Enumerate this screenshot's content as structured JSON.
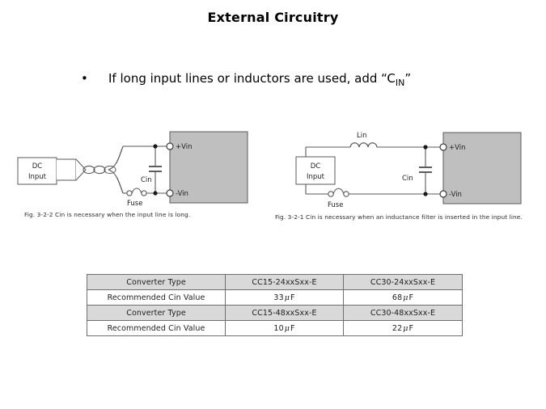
{
  "slide": {
    "title": "External Circuitry",
    "background_color": "#ffffff"
  },
  "bullet": {
    "marker": "•",
    "text_before": "If long input lines or inductors are used, add “C",
    "subscript": "IN",
    "text_after": "”",
    "full_text": "If long input lines or inductors are used, add “CIN”"
  },
  "figures": [
    {
      "id": "fig-3-2-2",
      "caption": "Fig. 3-2-2    Cin is necessary when the input line is long.",
      "source_label_line1": "DC",
      "source_label_line2": "Input",
      "cap_label": "Cin",
      "fuse_label": "Fuse",
      "terminal_positive": "+Vin",
      "terminal_negative": "-Vin",
      "module_fill": "#bfbfbf",
      "line_color": "#5a5a5a",
      "has_twisted_pair": true,
      "has_inductor": false
    },
    {
      "id": "fig-3-2-1",
      "caption": "Fig. 3-2-1    Cin is necessary when an inductance filter is inserted in the input line.",
      "source_label_line1": "DC",
      "source_label_line2": "Input",
      "inductor_label": "Lin",
      "cap_label": "Cin",
      "fuse_label": "Fuse",
      "terminal_positive": "+Vin",
      "terminal_negative": "-Vin",
      "module_fill": "#bfbfbf",
      "line_color": "#5a5a5a",
      "has_twisted_pair": false,
      "has_inductor": true
    }
  ],
  "table": {
    "header_fill": "#d9d9d9",
    "border_color": "#6e6e6e",
    "rows": [
      {
        "type": "header",
        "label": "Converter Type",
        "value_a": "CC15-24xxSxx-E",
        "value_b": "CC30-24xxSxx-E"
      },
      {
        "type": "value",
        "label": "Recommended Cin Value",
        "value_a_num": "33",
        "value_a_unit": "F",
        "value_b_num": "68",
        "value_b_unit": "F"
      },
      {
        "type": "header",
        "label": "Converter Type",
        "value_a": "CC15-48xxSxx-E",
        "value_b": "CC30-48xxSxx-E"
      },
      {
        "type": "value",
        "label": "Recommended Cin Value",
        "value_a_num": "10",
        "value_a_unit": "F",
        "value_b_num": "22",
        "value_b_unit": "F"
      }
    ]
  }
}
